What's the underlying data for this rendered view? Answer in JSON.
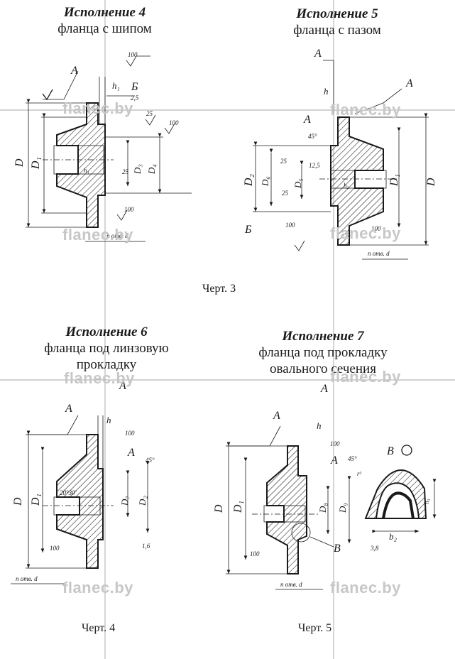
{
  "headings": {
    "v4": {
      "title": "Исполнение 4",
      "subtitle": "фланца с шипом"
    },
    "v5": {
      "title": "Исполнение 5",
      "subtitle": "фланца с пазом"
    },
    "v6": {
      "title": "Исполнение 6",
      "subtitle": "фланца под линзовую",
      "subtitle2": "прокладку"
    },
    "v7": {
      "title": "Исполнение 7",
      "subtitle": "фланца под прокладку",
      "subtitle2": "овального сечения"
    }
  },
  "captions": {
    "drawing3": "Черт. 3",
    "drawing4": "Черт. 4",
    "drawing5": "Черт. 5"
  },
  "watermark": "flanec.by",
  "labels": {
    "A": "А",
    "B_cyr": "Б",
    "V": "В",
    "D": "D",
    "D1": "D₁",
    "D2": "D₂",
    "D3": "D₃",
    "D4": "D₄",
    "D5": "D₅",
    "D6": "D₆",
    "D7": "D₇",
    "D8": "D₈",
    "D9": "D₉",
    "h": "h",
    "h1": "h₁",
    "h2": "h₂",
    "n_holes": "n отв. d",
    "r100": "100",
    "r25": "25",
    "r12_5": "12,5",
    "r1_6": "1,6",
    "r2_5": "2,5",
    "angle45": "45°",
    "angle20": "20°30'",
    "b2": "b₂",
    "h3": "h₃",
    "r1": "r¹",
    "dim3_8": "3,8",
    "view_v": "В"
  }
}
